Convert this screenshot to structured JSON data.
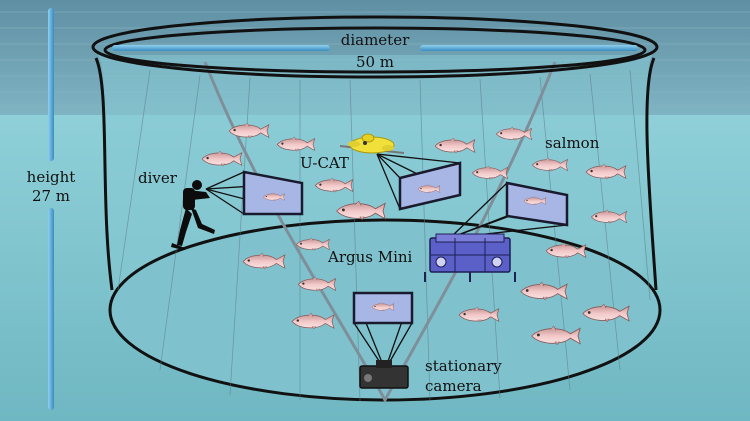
{
  "labels": {
    "diameter_line1": "diameter",
    "diameter_line2": "50 m",
    "height_line1": "height",
    "height_line2": "27 m",
    "diver": "diver",
    "ucat": "U-CAT",
    "salmon": "salmon",
    "argus": "Argus Mini",
    "stationary_line1": "stationary",
    "stationary_line2": "camera"
  },
  "colors": {
    "sea_surface": "#6f9fb1",
    "water": "#82c6d0",
    "net_outline": "#111111",
    "dimension_bar": "#4fa3d0",
    "salmon_body": "#e8b5b5",
    "ucat_yellow": "#f2e03a",
    "argus_blue": "#5b5fc8",
    "camera_frame": "#1a1a2e",
    "camera_view": "#a8b6e6"
  },
  "icons": [
    "diver-silhouette-icon",
    "ucat-robot-icon",
    "argus-mini-rov-icon",
    "stationary-camera-icon",
    "salmon-fish-icon"
  ]
}
